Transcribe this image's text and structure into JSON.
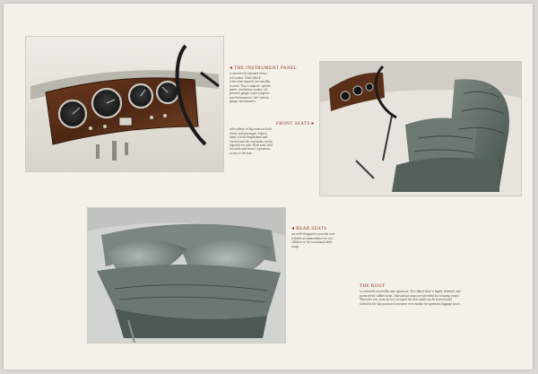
{
  "instrument_panel": {
    "heading": "The instrument panel",
    "lines": [
      "is attractively finished in bur-",
      "red walnut. Dials (black",
      "with white figures) are sensibly",
      "located. They comprise: speedo-",
      "meter, revolution counter, oil",
      "pressure gauge, water tempera-",
      "ture thermometer, fuel content",
      "gauge, and ammeter."
    ]
  },
  "front_seats": {
    "heading": "Front seats",
    "lines": [
      "offer plenty of leg room for both",
      "driver and passenger. Adjust-",
      "ment is both longitudinal and",
      "vertical and the seat backs can be",
      "adjusted for rake. Both seats fold",
      "forwards and ensure a generous",
      "access to the rear."
    ]
  },
  "rear_seats": {
    "heading": "Rear seats",
    "lines": [
      "are well-designed to provide com-",
      "fortable accommodation for two",
      "children or for occasional adult",
      "usage."
    ]
  },
  "boot": {
    "heading": "The boot",
    "lines": [
      "is externally accessible and capacious. The ribbed floor is highly finished, and",
      "protected by rubber strips. Substantial straps are provided for securing wraps.",
      "When the rear seats are not occupied the seat squab can be lowered and",
      "locked in the flat position to increase even further the generous luggage space."
    ]
  },
  "colors": {
    "heading": "#8a2c24",
    "page": "#f3f1ea",
    "leather": "#5f6a63",
    "walnut": "#5a2f18"
  }
}
